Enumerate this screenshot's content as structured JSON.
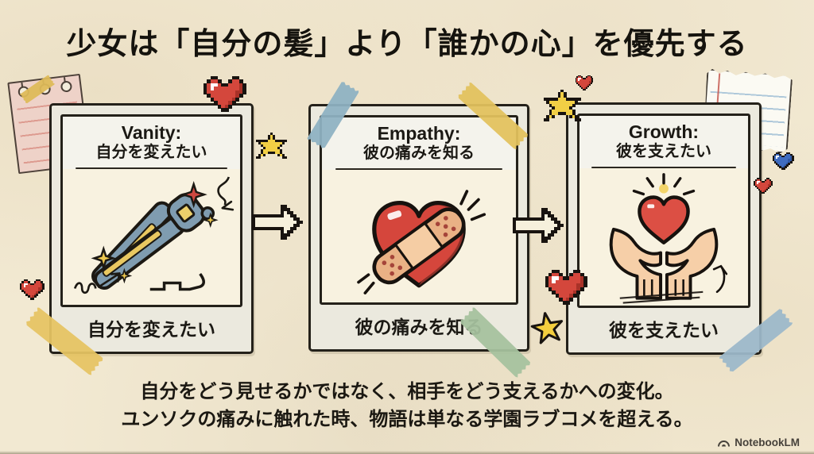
{
  "title": "少女は「自分の髪」より「誰かの心」を優先する",
  "cards": [
    {
      "id": "vanity",
      "header_en": "Vanity:",
      "header_ja": "自分を変えたい",
      "caption": "自分を変えたい",
      "icon": "flat-iron"
    },
    {
      "id": "empathy",
      "header_en": "Empathy:",
      "header_ja": "彼の痛みを知る",
      "caption": "彼の痛みを知る",
      "icon": "bandaged-heart"
    },
    {
      "id": "growth",
      "header_en": "Growth:",
      "header_ja": "彼を支えたい",
      "caption": "彼を支えたい",
      "icon": "hands-holding-heart"
    }
  ],
  "footer": {
    "line1": "自分をどう見せるかではなく、相手をどう支えるかへの変化。",
    "line2": "ユンソクの痛みに触れた時、物語は単なる学園ラブコメを超える。"
  },
  "branding": {
    "label": "NotebookLM"
  },
  "colors": {
    "background": "#f2e9d2",
    "card_fill": "#ebe9de",
    "card_inner_fill": "#f8f2e0",
    "outline": "#24211a",
    "heart_red": "#d4473c",
    "heart_blue": "#3f6cc0",
    "star_yellow": "#f2cf45",
    "tape_blue": "#8fb2c3",
    "tape_yellow": "#e3c25e",
    "tape_green": "#a6c29f",
    "tape_lightblue": "#9db8ca",
    "iron_blue": "#7f9cb0",
    "plate_yellow": "#e9c861",
    "bandage_tan": "#e9b185",
    "skin": "#f6cfa8"
  },
  "pixel_icons": {
    "heart_red": {
      "palette": {
        "X": "#191410",
        "r": "#d4473c",
        "h": "#ffffff",
        "d": "#a93228"
      },
      "grid": [
        "..XX....XX..",
        ".XrrX..XrrX.",
        "XrhhrXXrrrdX",
        "XrhrrrrrrrdX",
        "XrrrrrrrrddX",
        ".XrrrrrrrdX.",
        "..XrrrrrdX..",
        "...XrrrdX...",
        "....XrdX....",
        ".....XX....."
      ]
    },
    "heart_blue": {
      "palette": {
        "X": "#191410",
        "r": "#3f6cc0",
        "h": "#ffffff",
        "d": "#2f57a3"
      },
      "grid": [
        "..XX....XX..",
        ".XrrX..XrrX.",
        "XrhhrXXrrrdX",
        "XrhrrrrrrrdX",
        "XrrrrrrrrddX",
        ".XrrrrrrrdX.",
        "..XrrrrrdX..",
        "...XrrrdX...",
        "....XrdX....",
        ".....XX....."
      ]
    },
    "star_yellow": {
      "palette": {
        "X": "#191410",
        "y": "#f2cf45"
      },
      "grid": [
        "......X......",
        ".....XyX.....",
        ".....XyX.....",
        "XXXXXyyyXXXXX",
        ".XyyyyyyyyyX.",
        "..XyyyyyyyX..",
        "...XyyyyyX...",
        "..XyyyyyyyX..",
        "..XyyXXXyyX..",
        ".XyX.....XyX.",
        "XX.........XX"
      ]
    },
    "arrow_right": {
      "palette": {
        "X": "#191410",
        "c": "#f6f0dc"
      },
      "grid": [
        ".........XX.....",
        ".........XXX....",
        ".........XcXX...",
        "XXXXXXXXXXccXX..",
        "XccccccccccccXX.",
        "XcccccccccccccXX",
        "XccccccccccccXX.",
        "XXXXXXXXXXccXX..",
        ".........XcXX...",
        ".........XXX....",
        ".........XX....."
      ]
    }
  }
}
